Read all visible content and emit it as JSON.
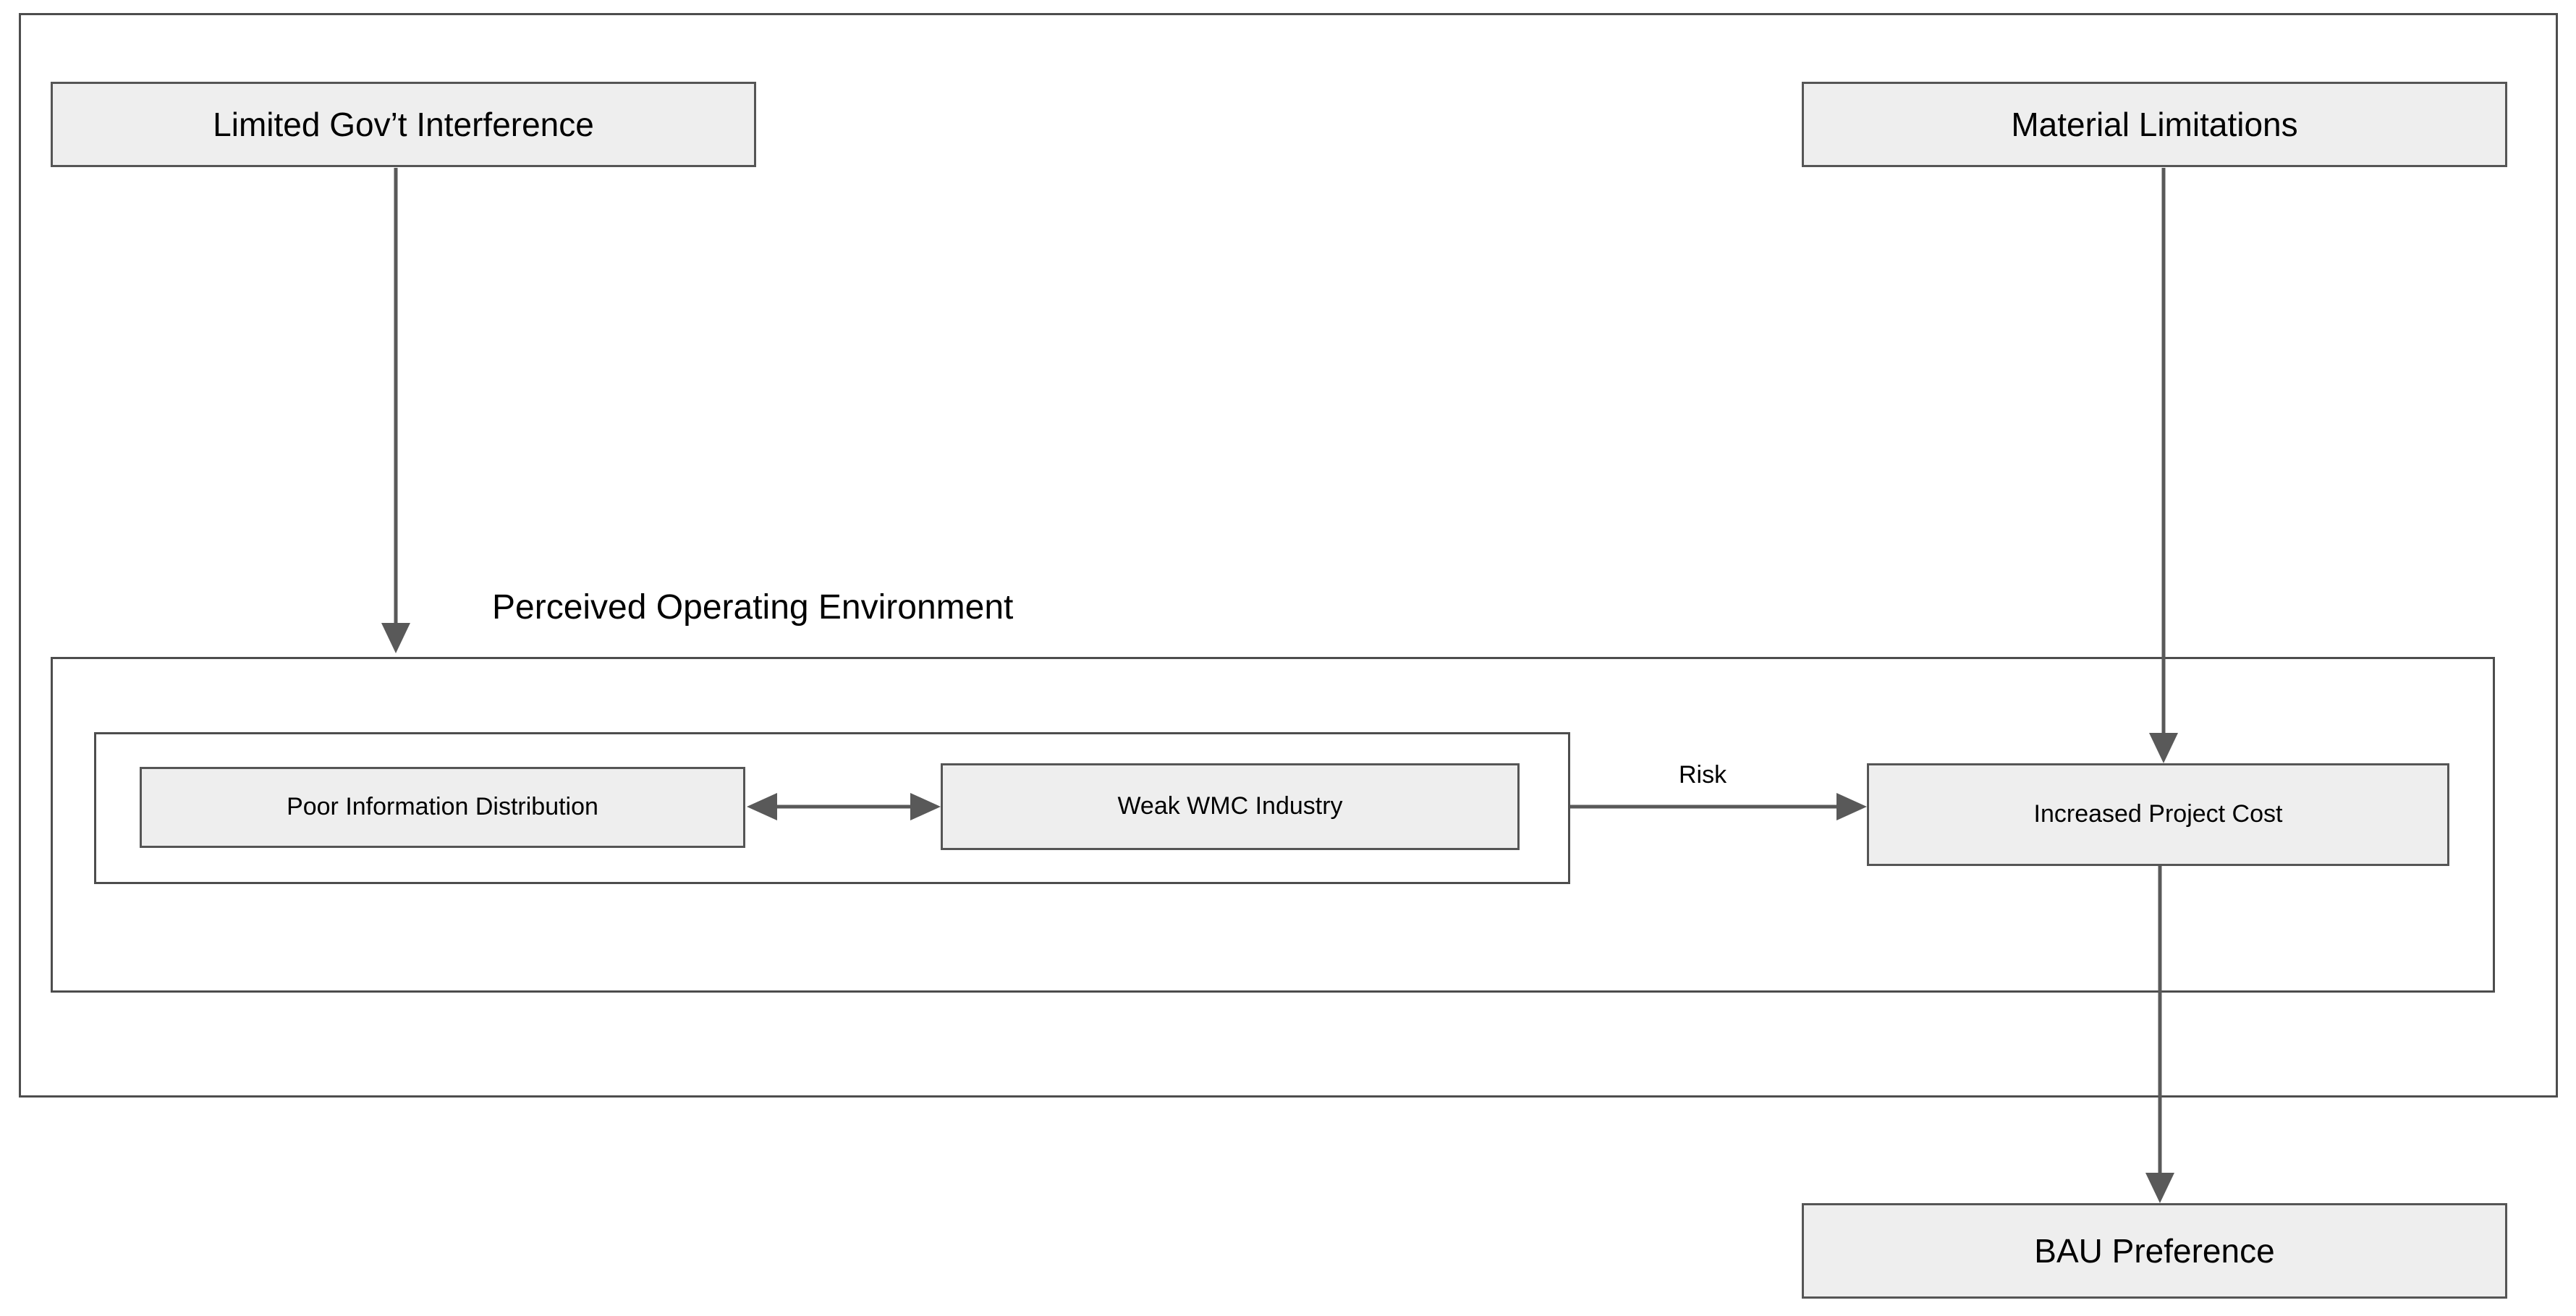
{
  "diagram": {
    "title_label": "Perceived Operating Environment",
    "containers": [
      {
        "name": "outer-container",
        "label": ""
      },
      {
        "name": "perceived-operating-environment",
        "label": "Perceived Operating Environment"
      },
      {
        "name": "poe-inner-container",
        "label": ""
      }
    ],
    "nodes": [
      {
        "id": "limited-gov-interference",
        "label": "Limited Gov’t Interference"
      },
      {
        "id": "material-limitations",
        "label": "Material Limitations"
      },
      {
        "id": "poor-information-distribution",
        "label": "Poor Information Distribution"
      },
      {
        "id": "weak-wmc-industry",
        "label": "Weak WMC Industry"
      },
      {
        "id": "increased-project-cost",
        "label": "Increased Project Cost"
      },
      {
        "id": "bau-preference",
        "label": "BAU Preference"
      }
    ],
    "edges": [
      {
        "id": "gov-to-poe",
        "from": "limited-gov-interference",
        "to": "perceived-operating-environment",
        "label": "",
        "direction": "down"
      },
      {
        "id": "material-to-cost",
        "from": "material-limitations",
        "to": "increased-project-cost",
        "label": "",
        "direction": "down"
      },
      {
        "id": "info-wmc",
        "from": "poor-information-distribution",
        "to": "weak-wmc-industry",
        "label": "",
        "direction": "bidirectional"
      },
      {
        "id": "inner-to-cost",
        "from": "poe-inner-container",
        "to": "increased-project-cost",
        "label": "Risk",
        "direction": "right"
      },
      {
        "id": "cost-to-bau",
        "from": "increased-project-cost",
        "to": "bau-preference",
        "label": "",
        "direction": "down"
      }
    ],
    "edge_labels": {
      "risk": "Risk"
    },
    "colors": {
      "node_fill": "#eeeeee",
      "node_border": "#555555",
      "container_border": "#4d4d4d",
      "connector": "#595959",
      "background": "#ffffff",
      "text": "#000000"
    }
  }
}
